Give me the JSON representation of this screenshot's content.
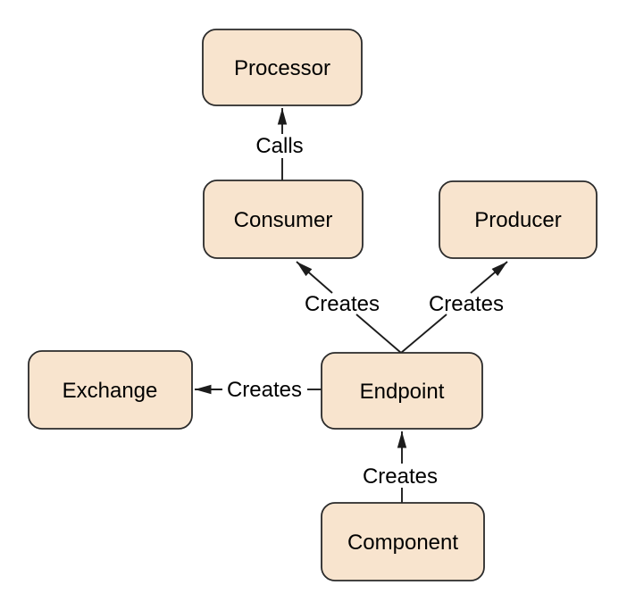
{
  "diagram": {
    "background": "#ffffff",
    "colors": {
      "node_fill": "#f8e4ce",
      "node_border": "#2a2a2a",
      "line": "#1c1c1c",
      "label_text": "#000000"
    },
    "nodes": {
      "processor": {
        "label": "Processor"
      },
      "consumer": {
        "label": "Consumer"
      },
      "producer": {
        "label": "Producer"
      },
      "exchange": {
        "label": "Exchange"
      },
      "endpoint": {
        "label": "Endpoint"
      },
      "component": {
        "label": "Component"
      }
    },
    "edges": {
      "consumer_calls_processor": {
        "from": "Consumer",
        "to": "Processor",
        "label": "Calls"
      },
      "endpoint_creates_consumer": {
        "from": "Endpoint",
        "to": "Consumer",
        "label": "Creates"
      },
      "endpoint_creates_producer": {
        "from": "Endpoint",
        "to": "Producer",
        "label": "Creates"
      },
      "endpoint_creates_exchange": {
        "from": "Endpoint",
        "to": "Exchange",
        "label": "Creates"
      },
      "component_creates_endpoint": {
        "from": "Component",
        "to": "Endpoint",
        "label": "Creates"
      }
    }
  }
}
